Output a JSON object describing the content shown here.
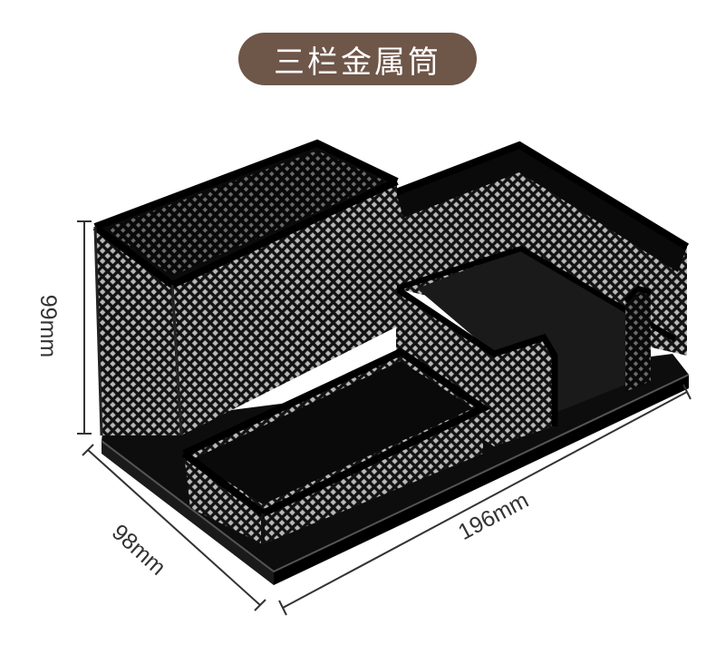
{
  "title": {
    "text": "三栏金属筒",
    "background_color": "#6e5649",
    "text_color": "#ffffff"
  },
  "product": {
    "name": "mesh-desk-organizer",
    "color": "#111111"
  },
  "dimensions": {
    "height": "99mm",
    "depth": "98mm",
    "width": "196mm",
    "line_color": "#333333"
  }
}
